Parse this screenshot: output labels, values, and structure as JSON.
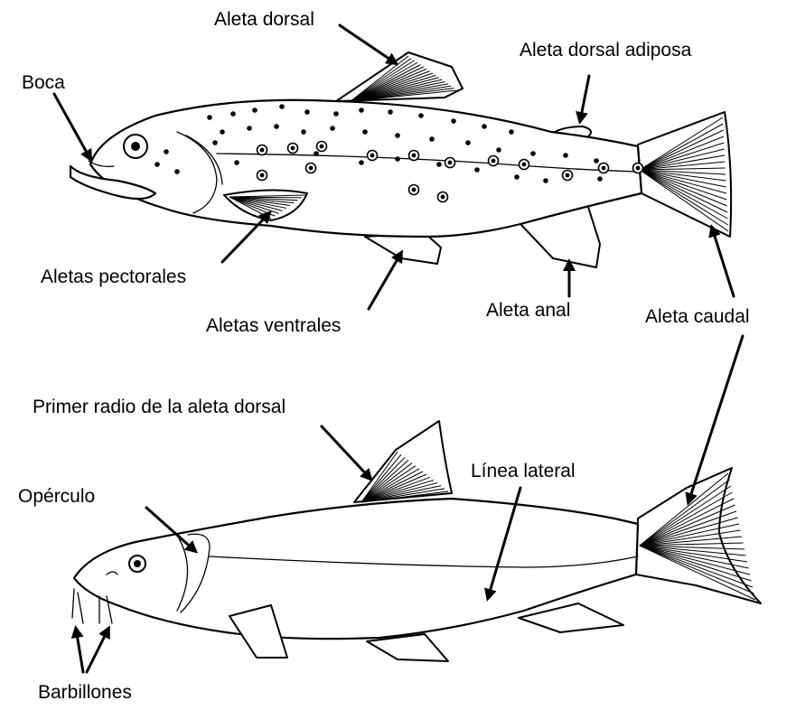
{
  "labels": {
    "aleta_dorsal": "Aleta dorsal",
    "aleta_dorsal_adiposa": "Aleta dorsal adiposa",
    "boca": "Boca",
    "aletas_pectorales": "Aletas pectorales",
    "aletas_ventrales": "Aletas ventrales",
    "aleta_anal": "Aleta anal",
    "aleta_caudal": "Aleta caudal",
    "primer_radio": "Primer radio de la aleta dorsal",
    "operculo": "Opérculo",
    "linea_lateral": "Línea lateral",
    "barbillones": "Barbillones"
  }
}
